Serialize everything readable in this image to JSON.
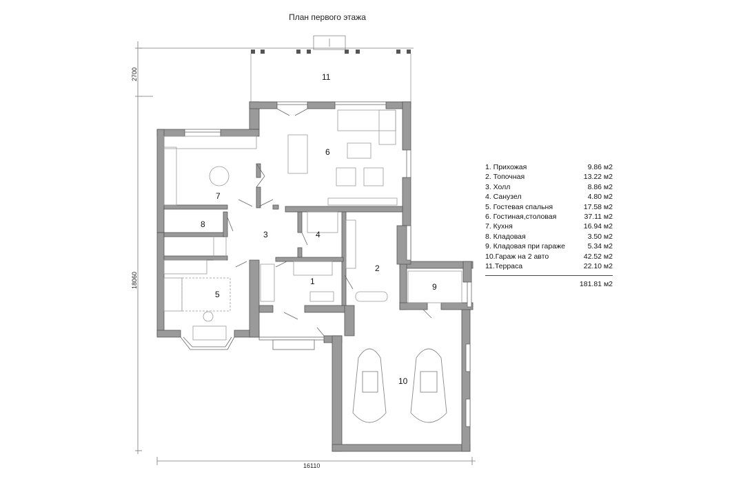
{
  "plan": {
    "title": "План первого этажа",
    "dims": {
      "width": "16110",
      "height": "18060",
      "terrace_depth": "2700"
    },
    "room_numbers": [
      "1",
      "2",
      "3",
      "4",
      "5",
      "6",
      "7",
      "8",
      "9",
      "10",
      "11"
    ]
  },
  "legend": {
    "rows": [
      {
        "name": "1.  Прихожая",
        "area": "9.86 м2"
      },
      {
        "name": "2.  Топочная",
        "area": "13.22 м2"
      },
      {
        "name": "3.  Холл",
        "area": "8.86 м2"
      },
      {
        "name": "4.  Санузел",
        "area": "4.80 м2"
      },
      {
        "name": "5.  Гостевая спальня",
        "area": "17.58 м2"
      },
      {
        "name": "6.  Гостиная,столовая",
        "area": "37.11 м2"
      },
      {
        "name": "7.  Кухня",
        "area": "16.94 м2"
      },
      {
        "name": "8.  Кладовая",
        "area": "3.50 м2"
      },
      {
        "name": "9.  Кладовая при гараже",
        "area": "5.34 м2"
      },
      {
        "name": "10.Гараж на 2 авто",
        "area": "42.52 м2"
      },
      {
        "name": "11.Терраса",
        "area": "22.10 м2"
      }
    ],
    "total": "181.81 м2"
  }
}
